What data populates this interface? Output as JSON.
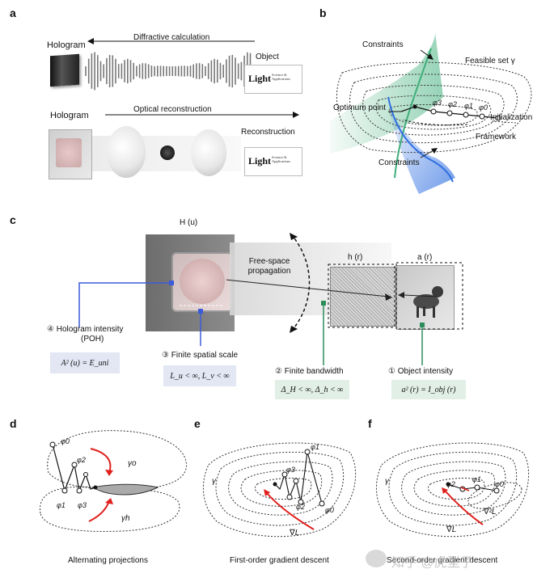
{
  "panels": {
    "a": {
      "label": "a",
      "hologram_top": "Hologram",
      "diffractive_calculation": "Diffractive calculation",
      "object": "Object",
      "hologram_bottom": "Hologram",
      "optical_reconstruction": "Optical reconstruction",
      "reconstruction": "Reconstruction",
      "card_word": "Light",
      "card_sub": "Science & Applications"
    },
    "b": {
      "label": "b",
      "constraints_top": "Constraints",
      "feasible_set": "Feasible set γ",
      "optimum_point": "Optimum point",
      "phi3": "φ3",
      "phi2": "φ2",
      "phi1": "φ1",
      "phi0": "φ0",
      "initialization": "Initialization",
      "framework": "Framework",
      "constraints_bottom": "Constraints"
    },
    "c": {
      "label": "c",
      "H_u": "H (u)",
      "free_space": "Free-space propagation",
      "h_r": "h (r)",
      "a_r": "a (r)",
      "hologram_intensity_1": "④ Hologram intensity",
      "hologram_intensity_2": "(POH)",
      "eq_hologram": "A² (u) = E_uni",
      "finite_spatial": "③ Finite spatial scale",
      "eq_spatial": "L_u < ∞, L_v < ∞",
      "finite_bandwidth": "② Finite bandwidth",
      "eq_bandwidth": "Δ_H < ∞, Δ_h < ∞",
      "object_intensity": "① Object intensity",
      "eq_object": "a² (r) = I_obj (r)"
    },
    "d": {
      "label": "d",
      "phi0": "φ0",
      "phi2": "φ2",
      "phi1": "φ1",
      "phi3": "φ3",
      "gamma_o": "γo",
      "gamma_h": "γh",
      "caption": "Alternating projections"
    },
    "e": {
      "label": "e",
      "phi1": "φ1",
      "phi3": "φ3",
      "phi2": "φ2",
      "phi0": "φ0",
      "gamma": "γ",
      "grad": "∇L",
      "caption": "First-order gradient descent"
    },
    "f": {
      "label": "f",
      "phi2": "φ2",
      "phi1": "φ1",
      "phi0": "φ0",
      "gamma": "γ",
      "grad": "∇L",
      "hess": "∇²L",
      "caption": "Second-order gradient descent"
    }
  },
  "watermark": "知乎 @虎型子",
  "colors": {
    "constraint_green": "#3fae7a",
    "constraint_blue": "#2f6fe0",
    "arrow_red": "#e0201c",
    "eq_blue_bg": "#e3e6f3",
    "eq_green_bg": "#e1efe6",
    "callout_blue": "#3b5bd8",
    "callout_green": "#2c8c5a"
  }
}
